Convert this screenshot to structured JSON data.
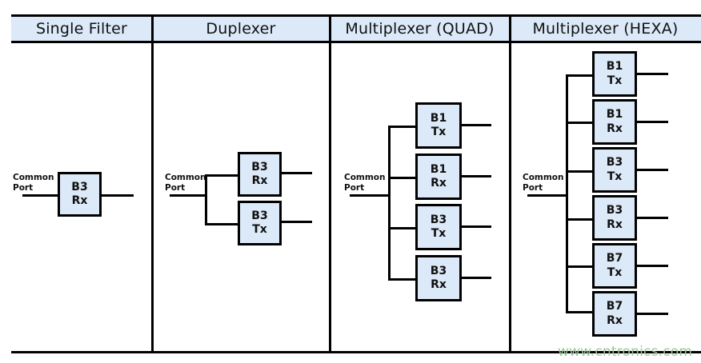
{
  "figure": {
    "type": "rf-filter-configuration-comparison",
    "watermark": "www.cntronics.com"
  },
  "columns": [
    {
      "header": "Single Filter",
      "port_label_line1": "Common",
      "port_label_line2": "Port",
      "filters": [
        {
          "band": "B3",
          "direction": "Rx"
        }
      ]
    },
    {
      "header": "Duplexer",
      "port_label_line1": "Common",
      "port_label_line2": "Port",
      "filters": [
        {
          "band": "B3",
          "direction": "Rx"
        },
        {
          "band": "B3",
          "direction": "Tx"
        }
      ]
    },
    {
      "header": "Multiplexer (QUAD)",
      "port_label_line1": "Common",
      "port_label_line2": "Port",
      "filters": [
        {
          "band": "B1",
          "direction": "Tx"
        },
        {
          "band": "B1",
          "direction": "Rx"
        },
        {
          "band": "B3",
          "direction": "Tx"
        },
        {
          "band": "B3",
          "direction": "Rx"
        }
      ]
    },
    {
      "header": "Multiplexer (HEXA)",
      "port_label_line1": "Common",
      "port_label_line2": "Port",
      "filters": [
        {
          "band": "B1",
          "direction": "Tx"
        },
        {
          "band": "B1",
          "direction": "Rx"
        },
        {
          "band": "B3",
          "direction": "Tx"
        },
        {
          "band": "B3",
          "direction": "Rx"
        },
        {
          "band": "B7",
          "direction": "Tx"
        },
        {
          "band": "B7",
          "direction": "Rx"
        }
      ]
    }
  ],
  "colors": {
    "box_fill": "#dce9f8",
    "header_fill": "#dce9f8",
    "line": "#000000",
    "watermark": "#9ec79b"
  }
}
